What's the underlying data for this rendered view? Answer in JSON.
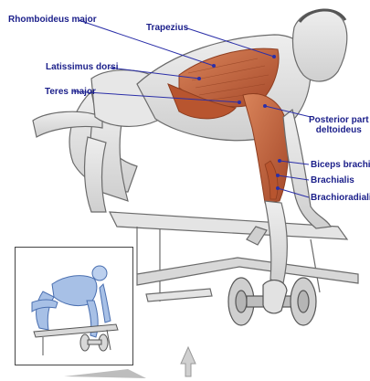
{
  "labels": {
    "rhomboideus_major": "Rhomboideus major",
    "trapezius": "Trapezius",
    "latissimus_dorsi": "Latissimus dorsi",
    "teres_major": "Teres major",
    "posterior_deltoid_line1": "Posterior part",
    "posterior_deltoid_line2": "deltoideus",
    "biceps_brachii": "Biceps brachii",
    "brachialis": "Brachialis",
    "brachioradialis": "Brachioradialis"
  },
  "colors": {
    "label_text": "#1b1f8a",
    "leader_line": "#2b2fa8",
    "muscle": "#c8643a",
    "muscle_dark": "#8e3d1f",
    "skin_sketch": "#d9d9d9",
    "outline": "#6b6b6b"
  }
}
